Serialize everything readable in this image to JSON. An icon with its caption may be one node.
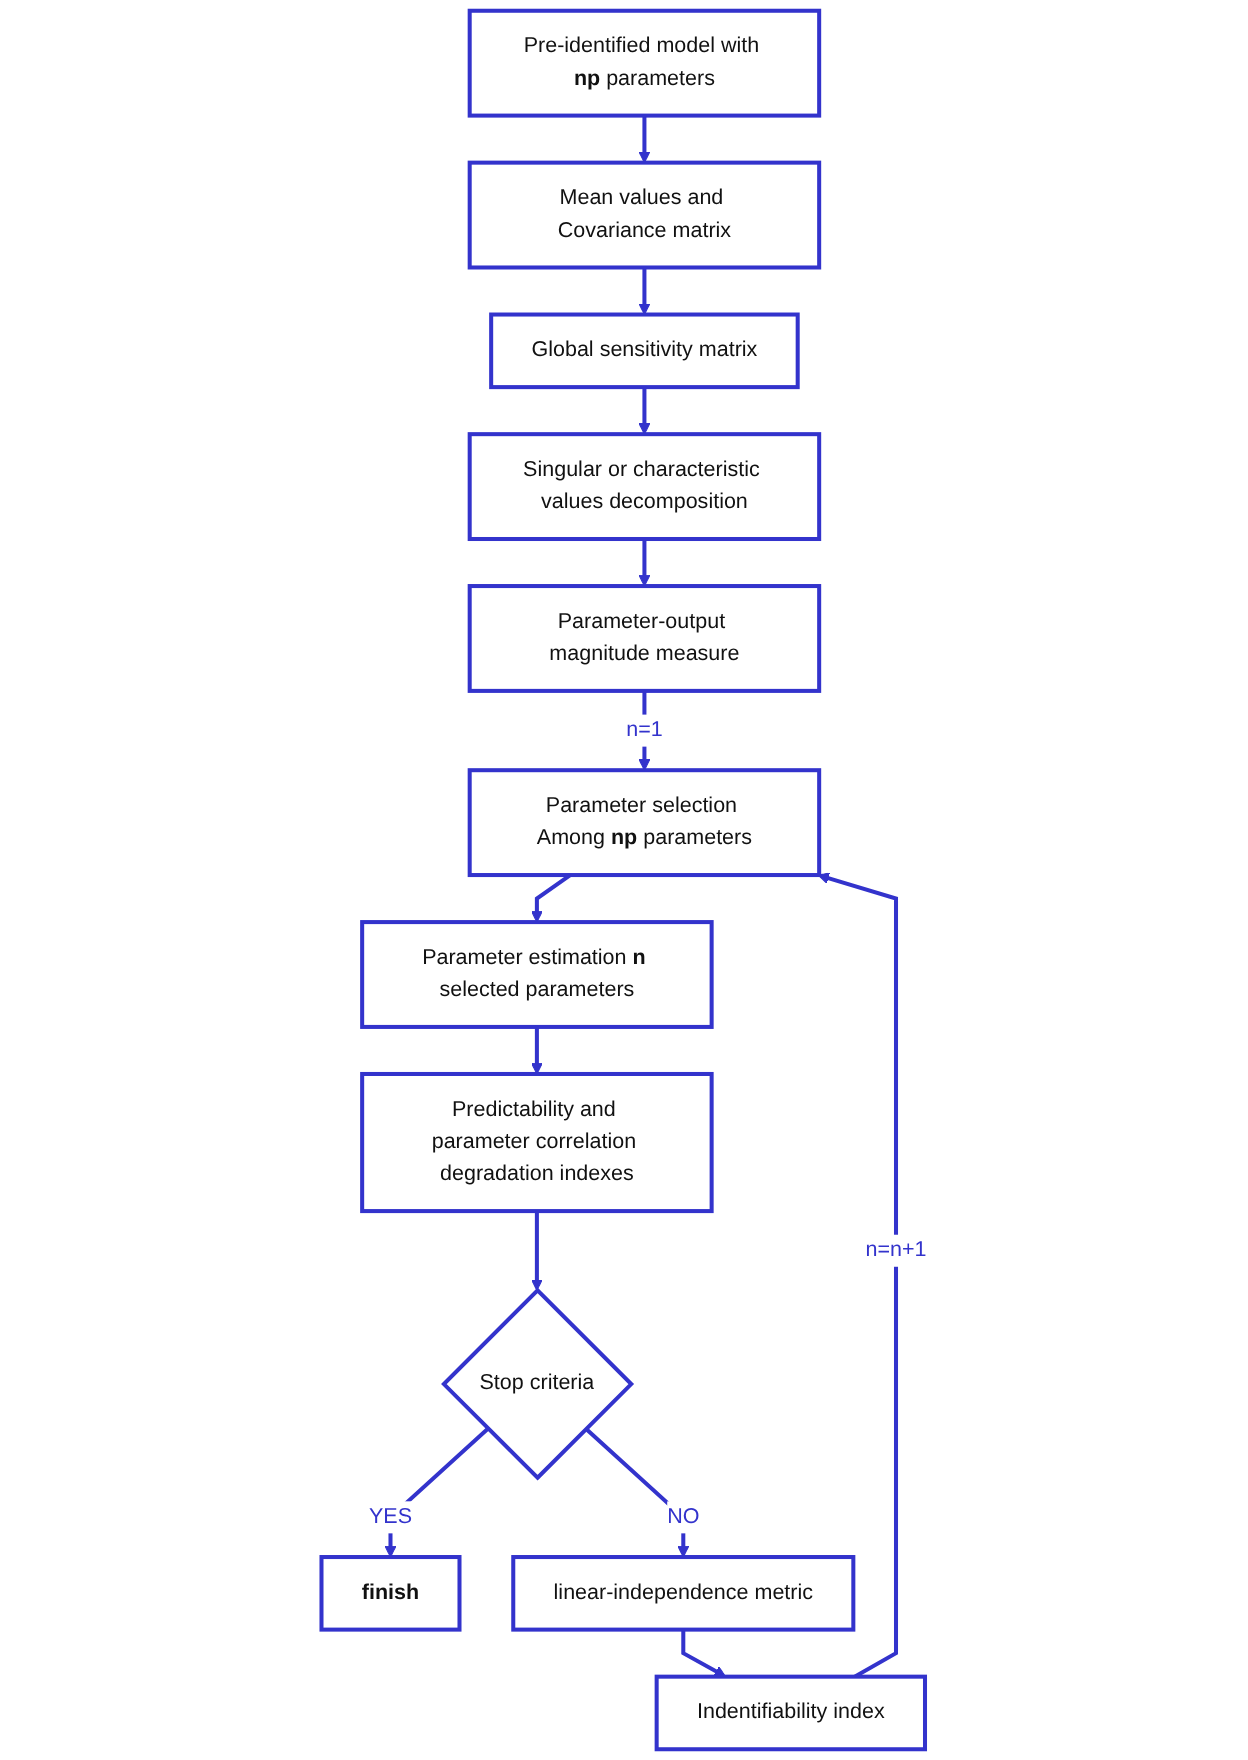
{
  "diagram": {
    "nodes": [
      {
        "text": [
          "Pre-identified model with **np** parameters"
        ]
      },
      {
        "text": [
          "Mean values and Covariance matrix"
        ]
      },
      {
        "text": [
          "Global sensitivity matrix"
        ]
      },
      {
        "text": [
          "Singular or characteristic values decomposition"
        ]
      },
      {
        "text": [
          "Parameter-output magnitude measure"
        ]
      },
      {
        "text": [
          "Parameter selection Among **np** parameters"
        ]
      },
      {
        "text": [
          "Parameter estimation **n** selected parameters"
        ]
      },
      {
        "text": [
          "Predictability and parameter correlation degradation indexes"
        ]
      },
      {
        "text": [
          "Stop criteria"
        ]
      },
      {
        "text": [
          "finish"
        ]
      },
      {
        "text": [
          "linear-independence metric"
        ]
      },
      {
        "text": [
          "Indentifiability index"
        ]
      }
    ],
    "edges": [
      {
        "from": 0,
        "to": 1,
        "arrow": "to"
      },
      {
        "from": 1,
        "to": 2,
        "arrow": "to"
      },
      {
        "from": 2,
        "to": 3,
        "arrow": "to"
      },
      {
        "from": 3,
        "to": 4,
        "arrow": "to"
      },
      {
        "from": 4,
        "to": 5,
        "arrow": "to",
        "label": "n=1"
      },
      {
        "from": 5,
        "to": 6,
        "arrow": "to"
      },
      {
        "from": 6,
        "to": 7,
        "arrow": "to"
      },
      {
        "from": 7,
        "to": 8,
        "arrow": "to"
      },
      {
        "from": 8,
        "to": 10,
        "arrow": "to",
        "label": "NO"
      },
      {
        "from": 10,
        "to": 11,
        "arrow": "to"
      },
      {
        "from": 11,
        "to": 5,
        "arrow": "to",
        "label": "n=n+1"
      },
      {
        "from": 8,
        "to": 9,
        "arrow": "to",
        "label": "YES"
      }
    ]
  }
}
